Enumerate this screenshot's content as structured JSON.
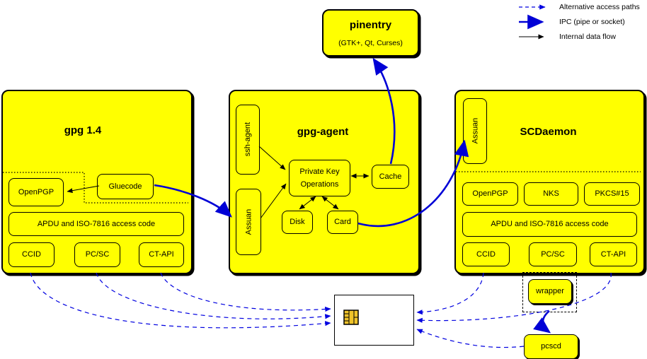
{
  "legend": {
    "alternative": "Alternative access paths",
    "ipc": "IPC (pipe or socket)",
    "internal": "Internal data flow"
  },
  "pinentry": {
    "title": "pinentry",
    "subtitle": "(GTK+, Qt, Curses)"
  },
  "gpg14": {
    "title": "gpg 1.4",
    "openpgp": "OpenPGP",
    "gluecode": "Gluecode",
    "apdu": "APDU and ISO-7816 access code",
    "ccid": "CCID",
    "pcsc": "PC/SC",
    "ctapi": "CT-API"
  },
  "gpg_agent": {
    "title": "gpg-agent",
    "ssh_agent": "ssh-agent",
    "assuan": "Assuan",
    "pko_line1": "Private Key",
    "pko_line2": "Operations",
    "cache": "Cache",
    "disk": "Disk",
    "card": "Card"
  },
  "scdaemon": {
    "title": "SCDaemon",
    "assuan": "Assuan",
    "openpgp": "OpenPGP",
    "nks": "NKS",
    "pkcs15": "PKCS#15",
    "apdu": "APDU and ISO-7816 access code",
    "ccid": "CCID",
    "pcsc": "PC/SC",
    "ctapi": "CT-API"
  },
  "peripherals": {
    "wrapper": "wrapper",
    "pcscd": "pcscd"
  },
  "colors": {
    "node_fill": "#FFFF00",
    "border": "#000000",
    "ipc_blue": "#0000D6",
    "dashed_blue": "#0000E0",
    "card_fill": "#FFFFFF",
    "chip_gold": "#EFC32A"
  }
}
